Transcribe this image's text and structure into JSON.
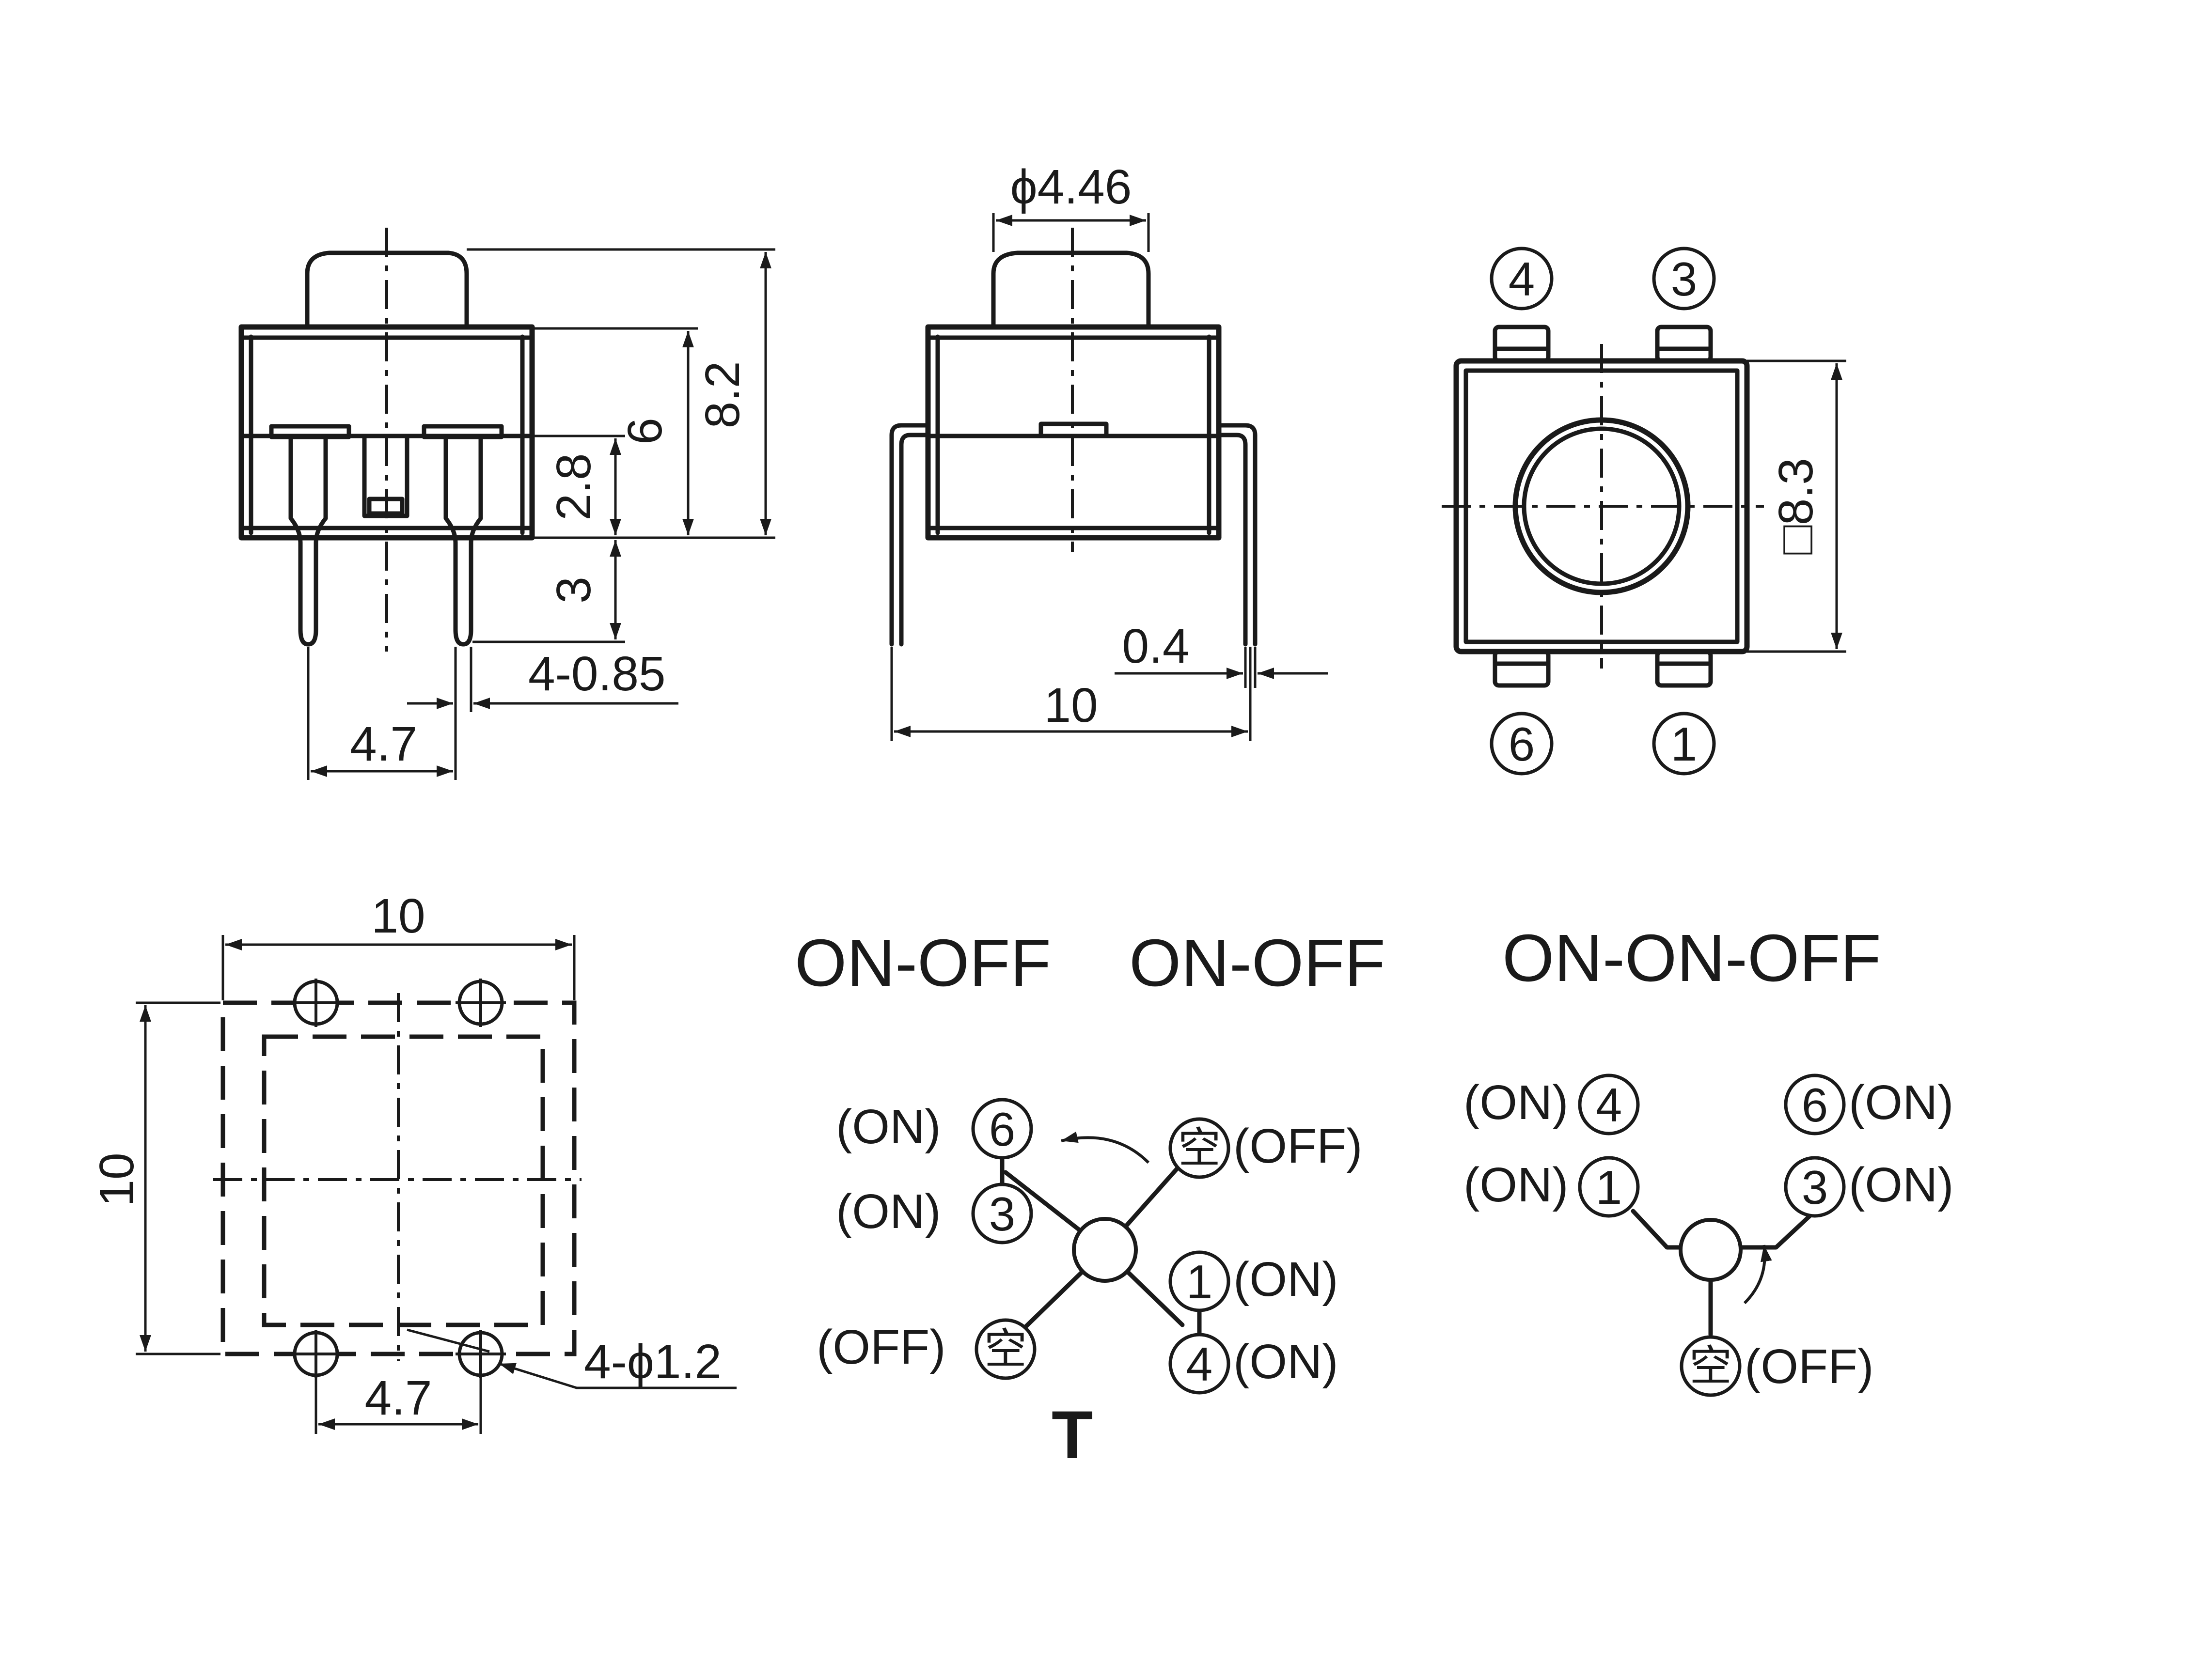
{
  "front_view": {
    "dim_height_total": "8.2",
    "dim_body_height": "6",
    "dim_upper": "2.8",
    "dim_lower": "3",
    "dim_pin_width": "4-0.85",
    "dim_pitch": "4.7"
  },
  "side_view": {
    "dim_actuator": "ϕ4.46",
    "dim_pin_thickness": "0.4",
    "dim_width": "10"
  },
  "top_view": {
    "dim_square": "□8.3",
    "pin_top_left": "4",
    "pin_top_right": "3",
    "pin_bottom_left": "6",
    "pin_bottom_right": "1"
  },
  "pcb_layout": {
    "dim_width": "10",
    "dim_height": "10",
    "dim_pitch": "4.7",
    "dim_holes": "4-ϕ1.2"
  },
  "modes": {
    "mode_1": "ON-OFF",
    "mode_2": "ON-OFF",
    "mode_3": "ON-ON-OFF"
  },
  "schematic_t": {
    "pin_6": "6",
    "pin_3": "3",
    "pin_1": "1",
    "pin_4": "4",
    "pin_empty_top": "空",
    "pin_empty_bottom": "空",
    "label_6": "(ON)",
    "label_3": "(ON)",
    "label_1": "(ON)",
    "label_4": "(ON)",
    "label_empty_top": "(OFF)",
    "label_empty_bottom": "(OFF)",
    "type_letter": "T"
  },
  "schematic_y": {
    "pin_4": "4",
    "pin_6": "6",
    "pin_1": "1",
    "pin_3": "3",
    "pin_empty": "空",
    "label_4": "(ON)",
    "label_6": "(ON)",
    "label_1": "(ON)",
    "label_3": "(ON)",
    "label_empty": "(OFF)"
  }
}
